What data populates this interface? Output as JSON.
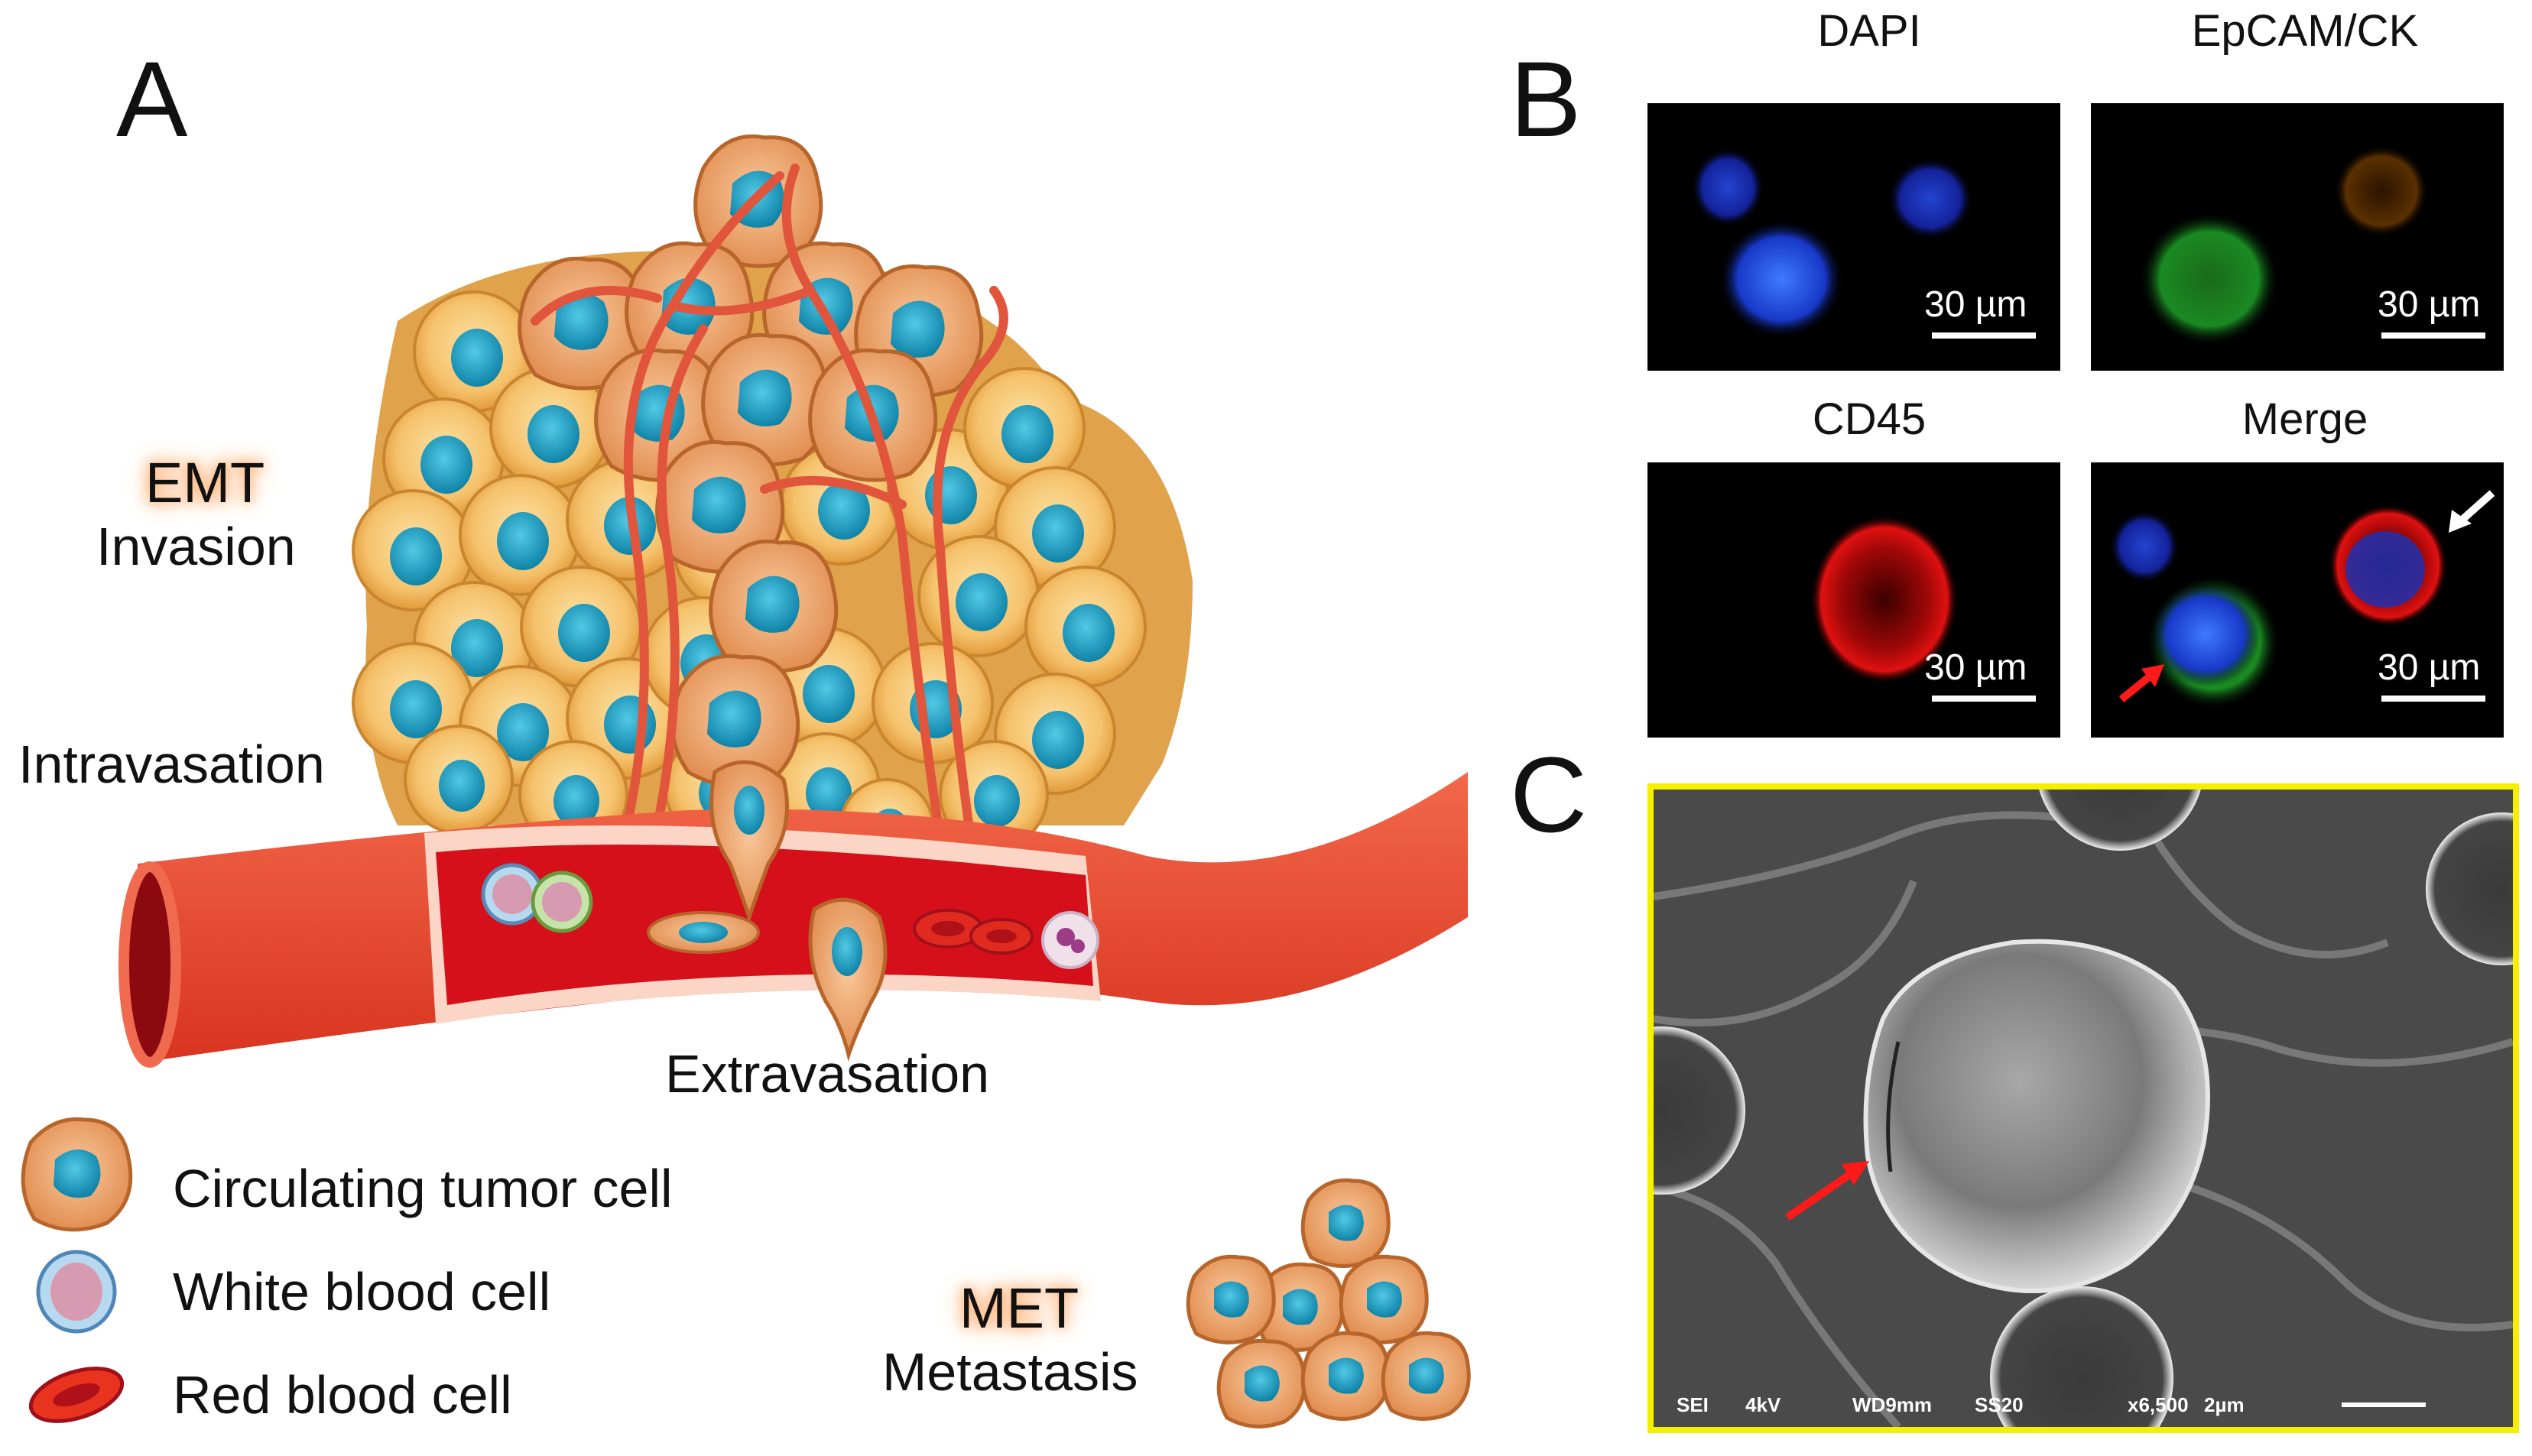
{
  "panels": {
    "a": {
      "letter": "A",
      "emt": "EMT",
      "invasion": "Invasion",
      "intravasation": "Intravasation",
      "extravasation": "Extravasation",
      "met": "MET",
      "metastasis": "Metastasis",
      "legend": [
        {
          "icon": "circulating-tumor-cell-icon",
          "label": "Circulating tumor cell"
        },
        {
          "icon": "white-blood-cell-icon",
          "label": "White blood cell"
        },
        {
          "icon": "red-blood-cell-icon",
          "label": "Red blood cell"
        }
      ]
    },
    "b": {
      "letter": "B",
      "images": [
        {
          "title": "DAPI",
          "scale": "30 µm"
        },
        {
          "title": "EpCAM/CK",
          "scale": "30 µm"
        },
        {
          "title": "CD45",
          "scale": "30 µm"
        },
        {
          "title": "Merge",
          "scale": "30 µm"
        }
      ]
    },
    "c": {
      "letter": "C",
      "sem_meta": [
        "SEI",
        "4kV",
        "WD9mm",
        "SS20",
        "x6,500",
        "2µm"
      ]
    }
  },
  "colors": {
    "vessel": "#e8402a",
    "vessel_inner": "#d8141c",
    "tumor_cell": "#f2b867",
    "nucleus": "#1fa6c9",
    "ctc": "#f2a96b",
    "sem_border": "#f4f000"
  }
}
